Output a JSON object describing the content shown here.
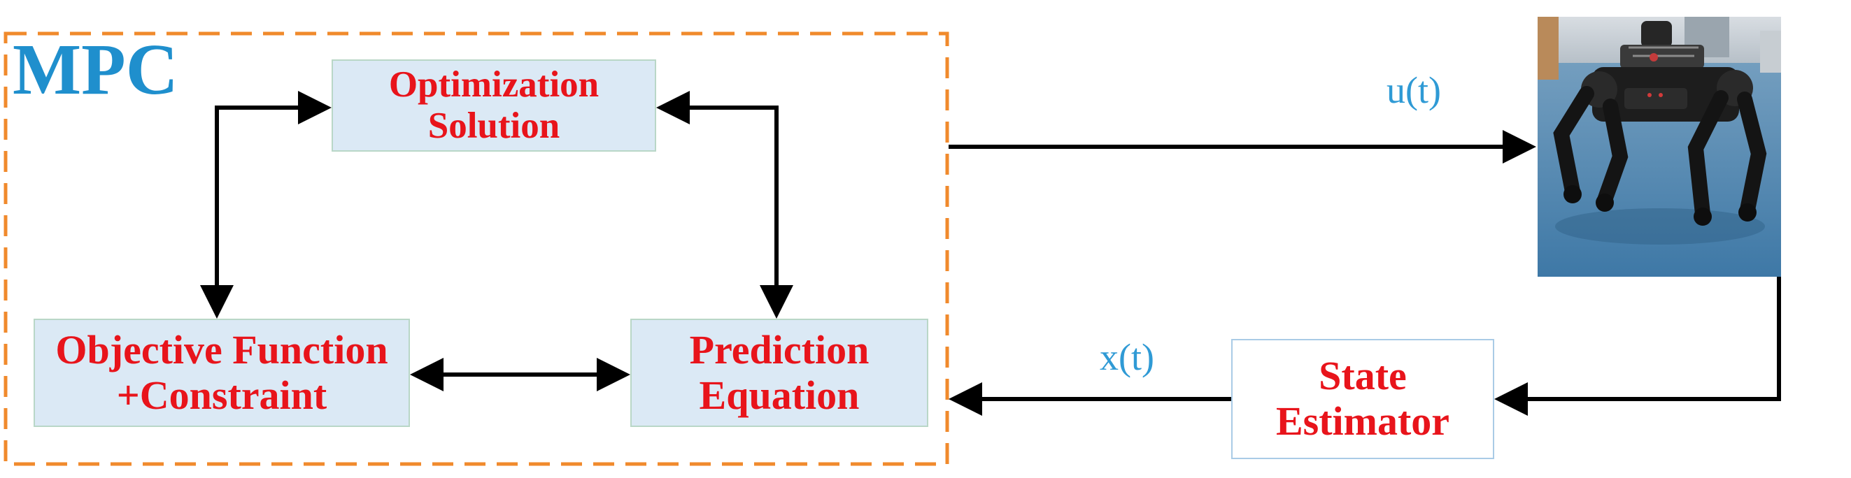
{
  "diagram": {
    "group_label": "MPC",
    "blocks": {
      "optimization": {
        "lines": [
          "Optimization",
          "Solution"
        ]
      },
      "objective": {
        "lines": [
          "Objective Function",
          "+Constraint"
        ]
      },
      "prediction": {
        "lines": [
          "Prediction",
          "Equation"
        ]
      },
      "state_estimator": {
        "lines": [
          "State",
          "Estimator"
        ]
      }
    },
    "signals": {
      "control": "u(t)",
      "state": "x(t)"
    },
    "colors": {
      "block_text": "#e8141b",
      "block_fill": "#dbe9f5",
      "mpc_label": "#1f8fcd",
      "signal_text": "#2f9ad5",
      "mpc_border": "#f08a2c",
      "arrow": "#000000"
    },
    "photo": {
      "icon": "quadruped-robot-photo"
    }
  }
}
